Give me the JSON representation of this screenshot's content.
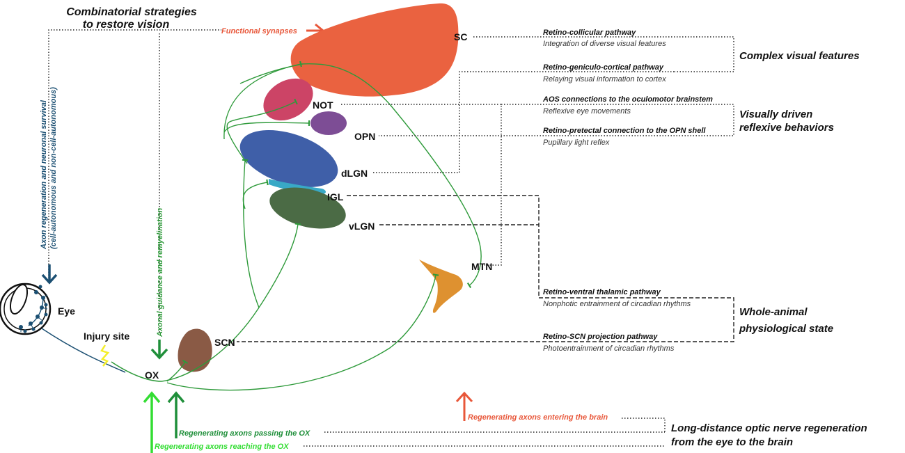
{
  "title_line1": "Combinatorial strategies",
  "title_line2": "to restore vision",
  "functional_synapses": "Functional synapses",
  "eye_label": "Eye",
  "injury_label": "Injury site",
  "ox_label": "OX",
  "regions": {
    "sc": "SC",
    "not": "NOT",
    "opn": "OPN",
    "dlgn": "dLGN",
    "igl": "IGL",
    "vlgn": "vLGN",
    "mtn": "MTN",
    "scn": "SCN"
  },
  "pathways": [
    {
      "name": "Retino-collicular pathway",
      "function": "Integration of diverse visual features"
    },
    {
      "name": "Retino-geniculo-cortical pathway",
      "function": "Relaying visual information to cortex"
    },
    {
      "name": "AOS connections to the oculomotor brainstem",
      "function": "Reflexive eye movements"
    },
    {
      "name": "Retino-pretectal connection to the OPN shell",
      "function": "Pupillary light reflex"
    },
    {
      "name": "Retino-ventral thalamic pathway",
      "function": "Nonphotic entrainment of circadian rhythms"
    },
    {
      "name": "Retino-SCN projection pathway",
      "function": "Photoentrainment of circadian rhythms"
    }
  ],
  "groups": {
    "complex": "Complex visual features",
    "reflex_line1": "Visually driven",
    "reflex_line2": "reflexive behaviors",
    "physio_line1": "Whole-animal",
    "physio_line2": "physiological state",
    "long_line1": "Long-distance optic nerve regeneration",
    "long_line2": "from the eye to the brain"
  },
  "axon_regen_line1": "Axon regeneration and neuronal survival",
  "axon_regen_line2": "(cell-autonomous and non-cell-autonomous)",
  "axonal_guidance": "Axonal guidance and remyelination",
  "regen_entering": "Regenerating axons entering the brain",
  "regen_passing": "Regenerating axons passing the OX",
  "regen_reaching": "Regenerating axons reaching the OX",
  "colors": {
    "sc": "#ea6240",
    "not": "#cc4466",
    "opn": "#7d4d95",
    "dlgn": "#3f5fa8",
    "igl": "#39a9c6",
    "vlgn": "#4b6b45",
    "mtn": "#de9130",
    "scn": "#8a5a45",
    "axon": "#2e9a3a",
    "bright_green": "#33dd33",
    "dark_green": "#1f8f3a",
    "orange": "#e8573a",
    "navy": "#1b4f72"
  }
}
